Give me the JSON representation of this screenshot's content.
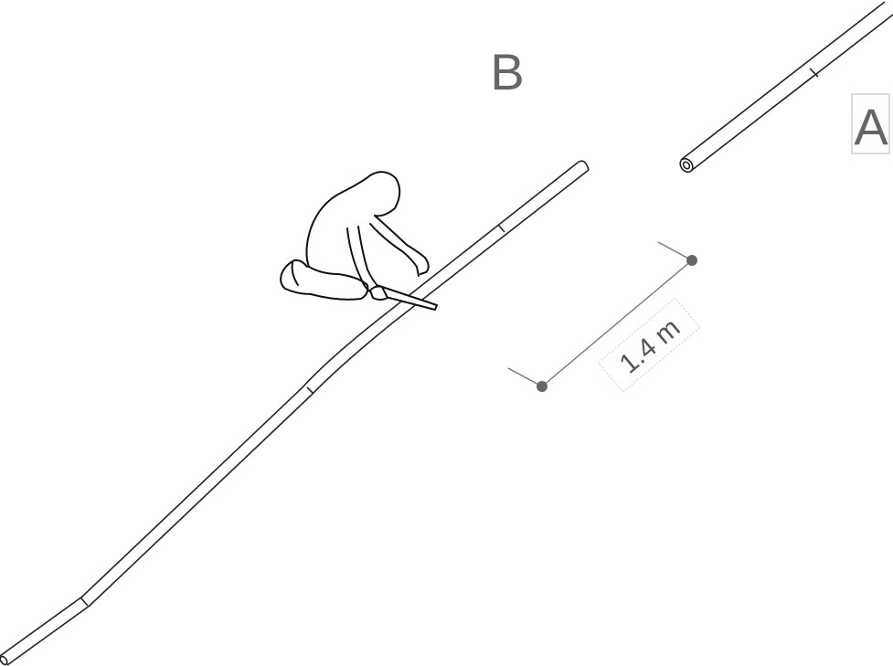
{
  "labels": {
    "pipe_a": "A",
    "pipe_b": "B"
  },
  "dimension": {
    "text": "1.4 m"
  },
  "icons": {
    "worker": "kneeling-worker-with-saw-icon"
  },
  "colors": {
    "line": "#222222",
    "label": "#666666",
    "dimension": "#777777"
  }
}
